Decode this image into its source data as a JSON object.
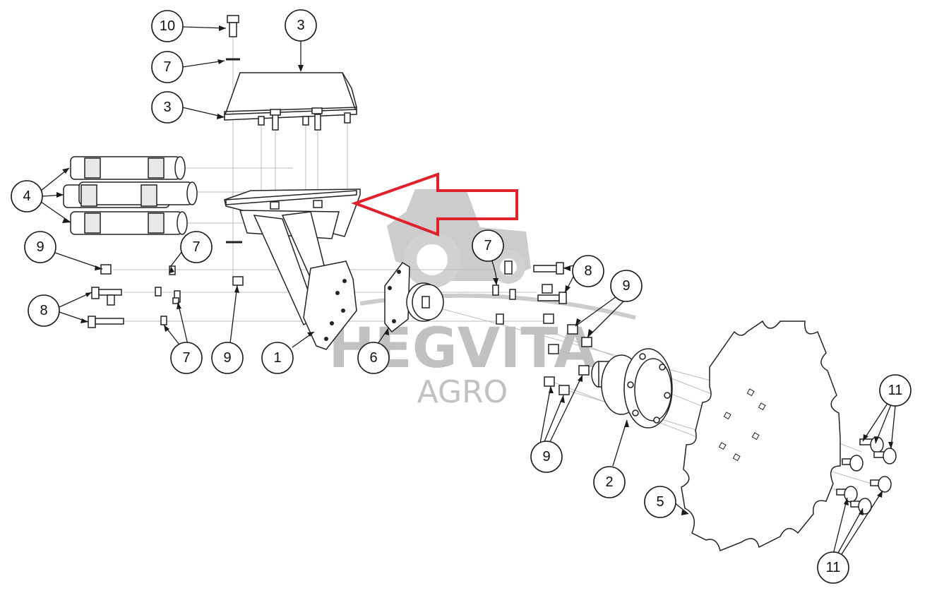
{
  "diagram": {
    "callouts": [
      {
        "id": "c10",
        "label": "10"
      },
      {
        "id": "c3a",
        "label": "3"
      },
      {
        "id": "c7a",
        "label": "7"
      },
      {
        "id": "c3b",
        "label": "3"
      },
      {
        "id": "c4",
        "label": "4"
      },
      {
        "id": "c9a",
        "label": "9"
      },
      {
        "id": "c7b",
        "label": "7"
      },
      {
        "id": "c8a",
        "label": "8"
      },
      {
        "id": "c7c",
        "label": "7"
      },
      {
        "id": "c9b",
        "label": "9"
      },
      {
        "id": "c1",
        "label": "1"
      },
      {
        "id": "c6",
        "label": "6"
      },
      {
        "id": "c7d",
        "label": "7"
      },
      {
        "id": "c8b",
        "label": "8"
      },
      {
        "id": "c9c",
        "label": "9"
      },
      {
        "id": "c9d",
        "label": "9"
      },
      {
        "id": "c2",
        "label": "2"
      },
      {
        "id": "c5",
        "label": "5"
      },
      {
        "id": "c11a",
        "label": "11"
      },
      {
        "id": "c11b",
        "label": "11"
      }
    ]
  },
  "watermark": {
    "brand": "HEGVITA",
    "sub": "AGRO",
    "color": "#8f8f8f"
  },
  "arrow": {
    "color": "#e0202a"
  }
}
